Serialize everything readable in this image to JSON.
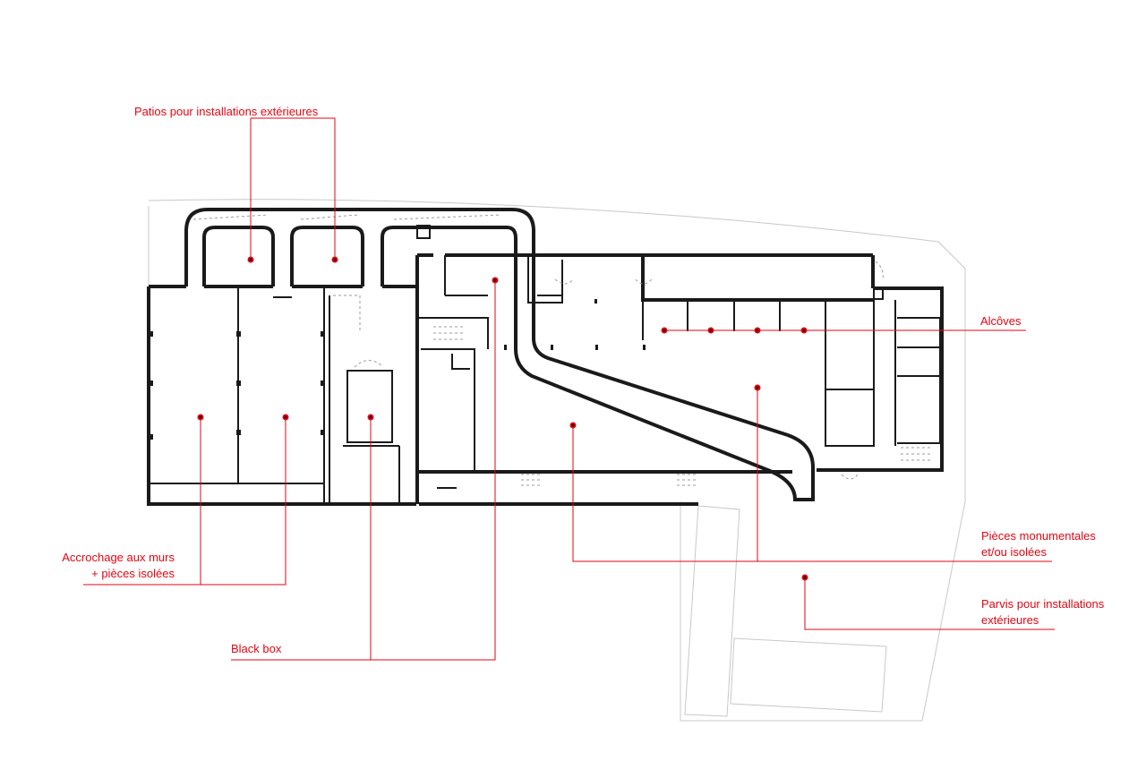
{
  "diagram": {
    "accent_color": "#e30613",
    "wall_color": "#1a1a1a",
    "annotations": {
      "patios": "Patios pour installations extérieures",
      "alcoves": "Alcôves",
      "pieces_line1": "Pièces monumentales",
      "pieces_line2": "et/ou isolées",
      "parvis_line1": "Parvis pour installations",
      "parvis_line2": "extérieures",
      "accrochage_line1": "Accrochage aux murs",
      "accrochage_line2": "+ pièces isolées",
      "black_box": "Black box"
    }
  }
}
